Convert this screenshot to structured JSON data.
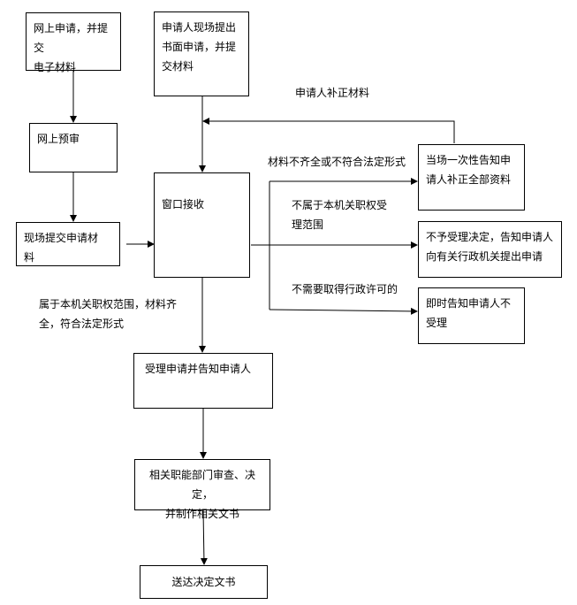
{
  "boxes": {
    "online_apply": "网上申请，并提交\n电子材料",
    "onsite_apply": "申请人现场提出\n书面申请，并提\n交材料",
    "online_review": "网上预审",
    "submit_materials": "现场提交申请材\n料",
    "window_receive": "窗口接收",
    "notify_supplement": "当场一次性告知申\n请人补正全部资料",
    "not_accepted": "不予受理决定，告知申请人\n向有关行政机关提出申请",
    "notify_immediately": "即时告知申请人不\n受理",
    "accept_notify": "受理申请并告知申请人",
    "review_decide": "相关职能部门审查、决定，\n并制作相关文书",
    "deliver": "送达决定文书"
  },
  "labels": {
    "supplement": "申请人补正材料",
    "incomplete": "材料不齐全或不符合法定形式",
    "not_in_scope": "不属于本机关职权受\n理范围",
    "no_permit_needed": "不需要取得行政许可的",
    "in_scope": "属于本机关职权范围，材料齐\n全，符合法定形式"
  }
}
